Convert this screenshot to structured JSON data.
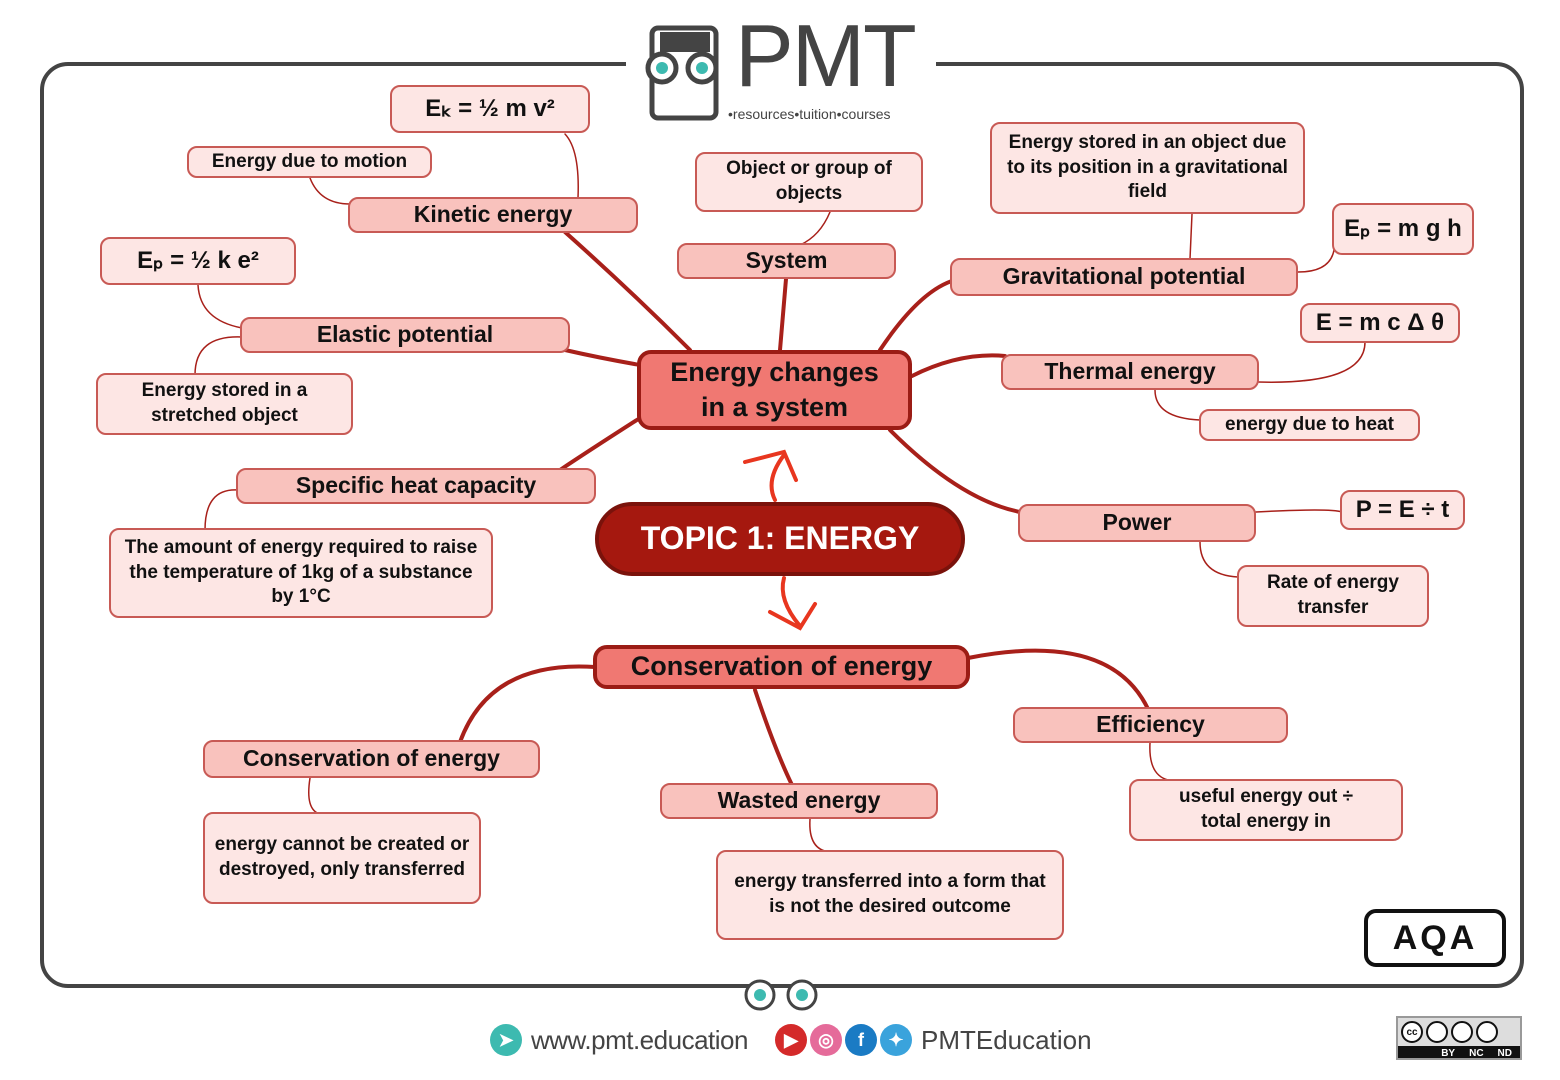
{
  "logo": {
    "name": "PMT",
    "tagline": "•resources•tuition•courses"
  },
  "topic": "TOPIC 1: ENERGY",
  "hubs": {
    "energy_changes": "Energy changes in a system",
    "conservation": "Conservation of energy"
  },
  "branches": {
    "kinetic": {
      "label": "Kinetic energy",
      "formula": "Eₖ = ½ m v²",
      "definition": "Energy due to motion"
    },
    "elastic": {
      "label": "Elastic potential",
      "formula": "Eₚ = ½ k e²",
      "definition": "Energy stored in a stretched object"
    },
    "shc": {
      "label": "Specific heat capacity",
      "definition": "The amount of energy required to raise the temperature of 1kg of a substance by 1°C"
    },
    "system": {
      "label": "System",
      "definition": "Object or group of objects"
    },
    "gravitational": {
      "label": "Gravitational potential",
      "formula": "Eₚ = m g h",
      "definition": "Energy stored in an object due to its position in a gravitational field"
    },
    "thermal": {
      "label": "Thermal energy",
      "formula": "E = m c Δ θ",
      "definition": "energy due to heat"
    },
    "power": {
      "label": "Power",
      "formula": "P = E ÷ t",
      "definition": "Rate of energy transfer"
    },
    "conservation_sub": {
      "label": "Conservation of energy",
      "definition": "energy cannot be created or destroyed, only transferred"
    },
    "wasted": {
      "label": "Wasted energy",
      "definition": "energy transferred into a form that is not the desired outcome"
    },
    "efficiency": {
      "label": "Efficiency",
      "definition": "useful energy out ÷ total energy in"
    }
  },
  "board": "AQA",
  "footer": {
    "website": "www.pmt.education",
    "social": "PMTEducation",
    "license": [
      "BY",
      "NC",
      "ND"
    ]
  },
  "colors": {
    "line": "#a8201a",
    "topic": "#a5180f",
    "hub": "#f07872",
    "primary": "#f9c2bd",
    "leaf": "#fde6e4",
    "arrow": "#e8361f"
  }
}
